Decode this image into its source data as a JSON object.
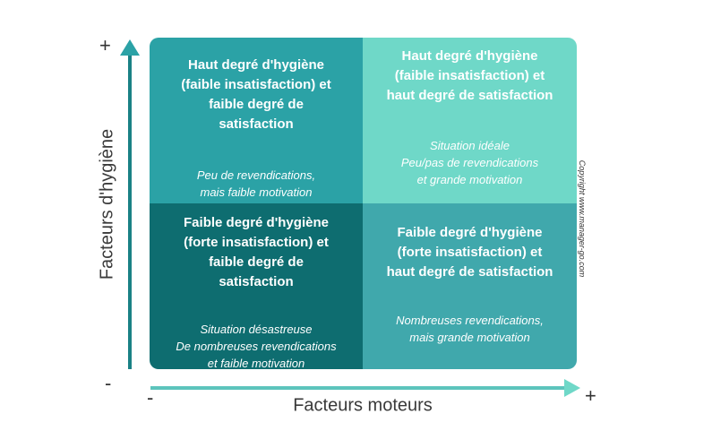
{
  "quadrants": {
    "top_left": {
      "title": "Haut degré d'hygiène (faible insatisfaction) et faible degré de satisfaction",
      "desc_lines": [
        "Peu de revendications,",
        "mais faible motivation"
      ]
    },
    "top_right": {
      "title": "Haut degré d'hygiène (faible insatisfaction) et haut degré de satisfaction",
      "desc_lines": [
        "Situation idéale",
        "Peu/pas de revendications",
        "et grande motivation"
      ]
    },
    "bottom_left": {
      "title": "Faible degré d'hygiène (forte insatisfaction) et faible degré de satisfaction",
      "desc_lines": [
        "Situation désastreuse",
        "De nombreuses revendications",
        "et faible motivation"
      ]
    },
    "bottom_right": {
      "title": "Faible degré d'hygiène (forte insatisfaction) et haut degré de satisfaction",
      "desc_lines": [
        "Nombreuses revendications,",
        "mais grande motivation"
      ]
    }
  },
  "axes": {
    "y_label": "Facteurs d'hygiène",
    "x_label": "Facteurs moteurs",
    "y_plus": "+",
    "y_minus": "-",
    "x_plus": "+",
    "x_minus": "-"
  },
  "copyright": "Copyright www.manager-go.com",
  "colors": {
    "top_left": "#2ba2a6",
    "top_right": "#6fd8c8",
    "bottom_left": "#0e6d70",
    "bottom_right": "#40a8ac",
    "y_axis": "#1a8185",
    "x_axis": "#5cc4bc"
  }
}
